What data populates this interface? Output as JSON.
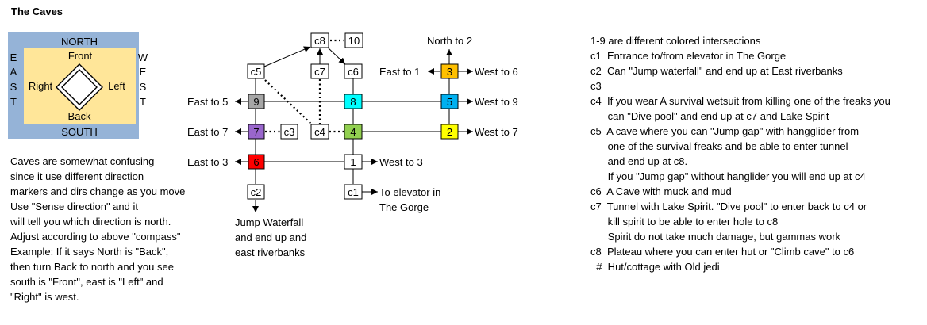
{
  "title": "The Caves",
  "compass": {
    "top": "NORTH",
    "bottom": "SOUTH",
    "left_letters": [
      "E",
      "A",
      "S",
      "T"
    ],
    "right_letters": [
      "W",
      "E",
      "S",
      "T"
    ],
    "front": "Front",
    "back": "Back",
    "right": "Right",
    "left": "Left",
    "colors": {
      "border": "#95b3d7",
      "fill": "#ffe699"
    }
  },
  "explanation_lines": [
    "Caves are somewhat confusing",
    "since it use different direction",
    "markers and dirs change as you move",
    "Use \"Sense direction\" and it",
    "will tell you which direction is north.",
    "Adjust according to above \"compass\"",
    "Example: If it says North is \"Back\",",
    "then turn Back to north and you see",
    "south is \"Front\", east is \"Left\" and",
    "\"Right\" is west."
  ],
  "map": {
    "nodes": {
      "c1": "c1",
      "c2": "c2",
      "c3": "c3",
      "c4": "c4",
      "c5": "c5",
      "c6": "c6",
      "c7": "c7",
      "c8": "c8",
      "ten": "10",
      "n1": "1",
      "n2": "2",
      "n3": "3",
      "n4": "4",
      "n5": "5",
      "n6": "6",
      "n7": "7",
      "n8": "8",
      "n9": "9"
    },
    "node_colors": {
      "n1": "#ffffff",
      "n2": "#ffff00",
      "n3": "#ffc000",
      "n4": "#92d050",
      "n5": "#00b0f0",
      "n6": "#ff0000",
      "n7": "#9966cc",
      "n8": "#00ffff",
      "n9": "#a6a6a6"
    },
    "labels": {
      "north_to_2": "North to 2",
      "east_to_1": "East to 1",
      "west_to_6": "West to 6",
      "west_to_9": "West to 9",
      "west_to_7": "West to 7",
      "east_to_5": "East to 5",
      "east_to_7": "East to 7",
      "east_to_3": "East to 3",
      "west_to_3": "West to 3",
      "to_elevator": "To elevator in",
      "the_gorge": "The Gorge",
      "jump_waterfall_1": "Jump Waterfall",
      "jump_waterfall_2": "and end up and",
      "jump_waterfall_3": "east riverbanks"
    }
  },
  "legend_lines": [
    "1-9 are different colored intersections",
    "c1  Entrance to/from elevator in The Gorge",
    "c2  Can \"Jump waterfall\" and end up at East riverbanks",
    "c3",
    "c4  If you wear A survival wetsuit from killing one of the freaks you",
    "      can \"Dive pool\" and end up at c7 and Lake Spirit",
    "c5  A cave where you can \"Jump gap\" with hangglider from",
    "      one of the survival freaks and be able to enter tunnel",
    "      and end up at c8.",
    "      If you \"Jump gap\" without hanglider you will end up at c4",
    "c6  A Cave with muck and mud",
    "c7  Tunnel with Lake Spirit. \"Dive pool\" to enter back to c4 or",
    "      kill spirit to be able to enter hole to c8",
    "      Spirit do not take much damage, but gammas work",
    "c8  Plateau where you can enter hut or \"Climb cave\" to c6",
    "  #  Hut/cottage with Old jedi"
  ]
}
